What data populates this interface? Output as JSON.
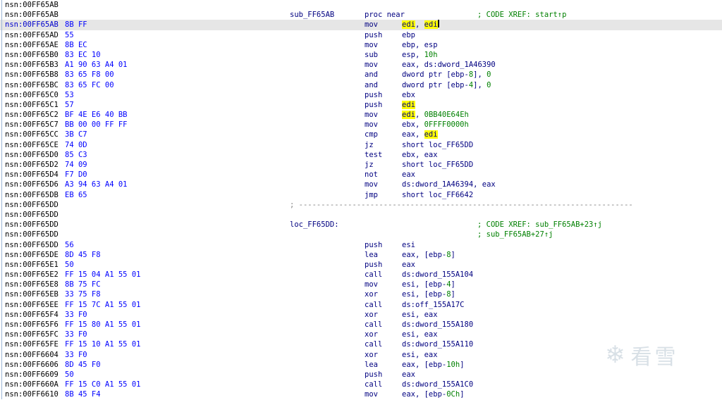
{
  "listing": [
    {
      "addr": "nsn:00FF65AB",
      "bytes": "",
      "label": "",
      "mn": "",
      "ops": [],
      "cmt": ""
    },
    {
      "addr": "nsn:00FF65AB",
      "bytes": "",
      "label": "sub_FF65AB",
      "mn": "proc near",
      "ops": [],
      "cmt": "; CODE XREF: start↑p"
    },
    {
      "addr": "nsn:00FF65AB",
      "bytes": "8B FF",
      "label": "",
      "mn": "mov",
      "ops": [
        {
          "t": "edi",
          "c": "y"
        },
        {
          "t": ", "
        },
        {
          "t": "edi",
          "c": "y"
        }
      ],
      "cmt": "",
      "hl": true
    },
    {
      "addr": "nsn:00FF65AD",
      "bytes": "55",
      "label": "",
      "mn": "push",
      "ops": [
        {
          "t": "ebp"
        }
      ],
      "cmt": ""
    },
    {
      "addr": "nsn:00FF65AE",
      "bytes": "8B EC",
      "label": "",
      "mn": "mov",
      "ops": [
        {
          "t": "ebp, esp"
        }
      ],
      "cmt": ""
    },
    {
      "addr": "nsn:00FF65B0",
      "bytes": "83 EC 10",
      "label": "",
      "mn": "sub",
      "ops": [
        {
          "t": "esp, "
        },
        {
          "t": "10h",
          "c": "num"
        }
      ],
      "cmt": ""
    },
    {
      "addr": "nsn:00FF65B3",
      "bytes": "A1 90 63 A4 01",
      "label": "",
      "mn": "mov",
      "ops": [
        {
          "t": "eax, ds:dword_1A46390"
        }
      ],
      "cmt": ""
    },
    {
      "addr": "nsn:00FF65B8",
      "bytes": "83 65 F8 00",
      "label": "",
      "mn": "and",
      "ops": [
        {
          "t": "dword ptr [ebp-"
        },
        {
          "t": "8",
          "c": "num"
        },
        {
          "t": "], "
        },
        {
          "t": "0",
          "c": "num"
        }
      ],
      "cmt": ""
    },
    {
      "addr": "nsn:00FF65BC",
      "bytes": "83 65 FC 00",
      "label": "",
      "mn": "and",
      "ops": [
        {
          "t": "dword ptr [ebp-"
        },
        {
          "t": "4",
          "c": "num"
        },
        {
          "t": "], "
        },
        {
          "t": "0",
          "c": "num"
        }
      ],
      "cmt": ""
    },
    {
      "addr": "nsn:00FF65C0",
      "bytes": "53",
      "label": "",
      "mn": "push",
      "ops": [
        {
          "t": "ebx"
        }
      ],
      "cmt": ""
    },
    {
      "addr": "nsn:00FF65C1",
      "bytes": "57",
      "label": "",
      "mn": "push",
      "ops": [
        {
          "t": "edi",
          "c": "y"
        }
      ],
      "cmt": ""
    },
    {
      "addr": "nsn:00FF65C2",
      "bytes": "BF 4E E6 40 BB",
      "label": "",
      "mn": "mov",
      "ops": [
        {
          "t": "edi",
          "c": "y"
        },
        {
          "t": ", "
        },
        {
          "t": "0BB40E64Eh",
          "c": "num"
        }
      ],
      "cmt": ""
    },
    {
      "addr": "nsn:00FF65C7",
      "bytes": "BB 00 00 FF FF",
      "label": "",
      "mn": "mov",
      "ops": [
        {
          "t": "ebx, "
        },
        {
          "t": "0FFFF0000h",
          "c": "num"
        }
      ],
      "cmt": ""
    },
    {
      "addr": "nsn:00FF65CC",
      "bytes": "3B C7",
      "label": "",
      "mn": "cmp",
      "ops": [
        {
          "t": "eax, "
        },
        {
          "t": "edi",
          "c": "y"
        }
      ],
      "cmt": ""
    },
    {
      "addr": "nsn:00FF65CE",
      "bytes": "74 0D",
      "label": "",
      "mn": "jz",
      "ops": [
        {
          "t": "short loc_FF65DD"
        }
      ],
      "cmt": ""
    },
    {
      "addr": "nsn:00FF65D0",
      "bytes": "85 C3",
      "label": "",
      "mn": "test",
      "ops": [
        {
          "t": "ebx, eax"
        }
      ],
      "cmt": ""
    },
    {
      "addr": "nsn:00FF65D2",
      "bytes": "74 09",
      "label": "",
      "mn": "jz",
      "ops": [
        {
          "t": "short loc_FF65DD"
        }
      ],
      "cmt": ""
    },
    {
      "addr": "nsn:00FF65D4",
      "bytes": "F7 D0",
      "label": "",
      "mn": "not",
      "ops": [
        {
          "t": "eax"
        }
      ],
      "cmt": ""
    },
    {
      "addr": "nsn:00FF65D6",
      "bytes": "A3 94 63 A4 01",
      "label": "",
      "mn": "mov",
      "ops": [
        {
          "t": "ds:dword_1A46394, eax"
        }
      ],
      "cmt": ""
    },
    {
      "addr": "nsn:00FF65DB",
      "bytes": "EB 65",
      "label": "",
      "mn": "jmp",
      "ops": [
        {
          "t": "short loc_FF6642"
        }
      ],
      "cmt": ""
    },
    {
      "addr": "nsn:00FF65DD",
      "bytes": "",
      "label": "",
      "mn": "",
      "ops": [],
      "cmt": "",
      "sep": true
    },
    {
      "addr": "nsn:00FF65DD",
      "bytes": "",
      "label": "",
      "mn": "",
      "ops": [],
      "cmt": ""
    },
    {
      "addr": "nsn:00FF65DD",
      "bytes": "",
      "label": "loc_FF65DD:",
      "mn": "",
      "ops": [],
      "cmt": "; CODE XREF: sub_FF65AB+23↑j"
    },
    {
      "addr": "nsn:00FF65DD",
      "bytes": "",
      "label": "",
      "mn": "",
      "ops": [],
      "cmt": "; sub_FF65AB+27↑j"
    },
    {
      "addr": "nsn:00FF65DD",
      "bytes": "56",
      "label": "",
      "mn": "push",
      "ops": [
        {
          "t": "esi"
        }
      ],
      "cmt": ""
    },
    {
      "addr": "nsn:00FF65DE",
      "bytes": "8D 45 F8",
      "label": "",
      "mn": "lea",
      "ops": [
        {
          "t": "eax, [ebp-"
        },
        {
          "t": "8",
          "c": "num"
        },
        {
          "t": "]"
        }
      ],
      "cmt": ""
    },
    {
      "addr": "nsn:00FF65E1",
      "bytes": "50",
      "label": "",
      "mn": "push",
      "ops": [
        {
          "t": "eax"
        }
      ],
      "cmt": ""
    },
    {
      "addr": "nsn:00FF65E2",
      "bytes": "FF 15 04 A1 55 01",
      "label": "",
      "mn": "call",
      "ops": [
        {
          "t": "ds:dword_155A104"
        }
      ],
      "cmt": ""
    },
    {
      "addr": "nsn:00FF65E8",
      "bytes": "8B 75 FC",
      "label": "",
      "mn": "mov",
      "ops": [
        {
          "t": "esi, [ebp-"
        },
        {
          "t": "4",
          "c": "num"
        },
        {
          "t": "]"
        }
      ],
      "cmt": ""
    },
    {
      "addr": "nsn:00FF65EB",
      "bytes": "33 75 F8",
      "label": "",
      "mn": "xor",
      "ops": [
        {
          "t": "esi, [ebp-"
        },
        {
          "t": "8",
          "c": "num"
        },
        {
          "t": "]"
        }
      ],
      "cmt": ""
    },
    {
      "addr": "nsn:00FF65EE",
      "bytes": "FF 15 7C A1 55 01",
      "label": "",
      "mn": "call",
      "ops": [
        {
          "t": "ds:off_155A17C"
        }
      ],
      "cmt": ""
    },
    {
      "addr": "nsn:00FF65F4",
      "bytes": "33 F0",
      "label": "",
      "mn": "xor",
      "ops": [
        {
          "t": "esi, eax"
        }
      ],
      "cmt": ""
    },
    {
      "addr": "nsn:00FF65F6",
      "bytes": "FF 15 80 A1 55 01",
      "label": "",
      "mn": "call",
      "ops": [
        {
          "t": "ds:dword_155A180"
        }
      ],
      "cmt": ""
    },
    {
      "addr": "nsn:00FF65FC",
      "bytes": "33 F0",
      "label": "",
      "mn": "xor",
      "ops": [
        {
          "t": "esi, eax"
        }
      ],
      "cmt": ""
    },
    {
      "addr": "nsn:00FF65FE",
      "bytes": "FF 15 10 A1 55 01",
      "label": "",
      "mn": "call",
      "ops": [
        {
          "t": "ds:dword_155A110"
        }
      ],
      "cmt": ""
    },
    {
      "addr": "nsn:00FF6604",
      "bytes": "33 F0",
      "label": "",
      "mn": "xor",
      "ops": [
        {
          "t": "esi, eax"
        }
      ],
      "cmt": ""
    },
    {
      "addr": "nsn:00FF6606",
      "bytes": "8D 45 F0",
      "label": "",
      "mn": "lea",
      "ops": [
        {
          "t": "eax, [ebp-"
        },
        {
          "t": "10h",
          "c": "num"
        },
        {
          "t": "]"
        }
      ],
      "cmt": ""
    },
    {
      "addr": "nsn:00FF6609",
      "bytes": "50",
      "label": "",
      "mn": "push",
      "ops": [
        {
          "t": "eax"
        }
      ],
      "cmt": ""
    },
    {
      "addr": "nsn:00FF660A",
      "bytes": "FF 15 C0 A1 55 01",
      "label": "",
      "mn": "call",
      "ops": [
        {
          "t": "ds:dword_155A1C0"
        }
      ],
      "cmt": ""
    },
    {
      "addr": "nsn:00FF6610",
      "bytes": "8B 45 F4",
      "label": "",
      "mn": "mov",
      "ops": [
        {
          "t": "eax, [ebp-"
        },
        {
          "t": "0Ch",
          "c": "num"
        },
        {
          "t": "]"
        }
      ],
      "cmt": ""
    }
  ],
  "separator_text": "; ---------------------------------------------------------------------------",
  "watermark": {
    "icon": "snowflake-icon",
    "text": "看雪"
  },
  "colors": {
    "highlight": "#ffff00",
    "row_highlight": "#e6e6e6",
    "address": "#000000",
    "bytes": "#0000ff",
    "code": "#000080",
    "comment": "#008000"
  }
}
